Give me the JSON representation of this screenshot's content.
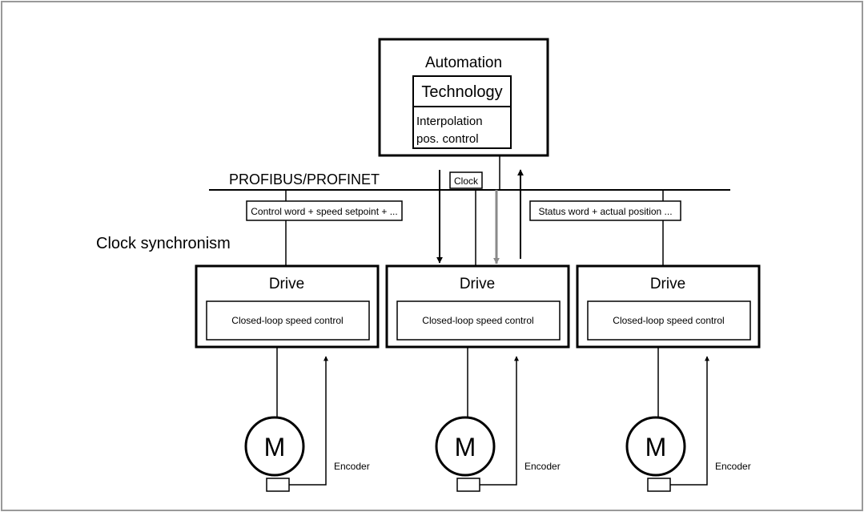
{
  "automation": {
    "title": "Automation",
    "technology": "Technology",
    "interpolation_line1": "Interpolation",
    "interpolation_line2": "pos. control"
  },
  "bus": {
    "label": "PROFIBUS/PROFINET",
    "clock": "Clock",
    "control_word": "Control word + speed setpoint + ...",
    "status_word": "Status word + actual position ..."
  },
  "clock_synchronism": "Clock synchronism",
  "drives": [
    {
      "title": "Drive",
      "control": "Closed-loop speed control",
      "motor": "M",
      "encoder": "Encoder"
    },
    {
      "title": "Drive",
      "control": "Closed-loop speed control",
      "motor": "M",
      "encoder": "Encoder"
    },
    {
      "title": "Drive",
      "control": "Closed-loop speed control",
      "motor": "M",
      "encoder": "Encoder"
    }
  ],
  "colors": {
    "line": "#000000",
    "clock_arrow": "#8a8a8a",
    "frame": "#999999"
  }
}
